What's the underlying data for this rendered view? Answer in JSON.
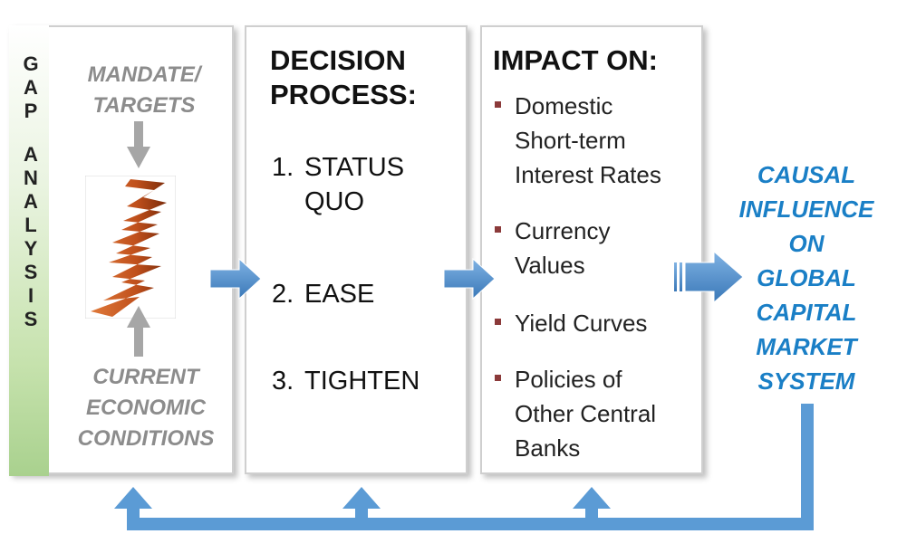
{
  "gap_analysis": {
    "letters": [
      "G",
      "A",
      "P",
      "",
      "A",
      "N",
      "A",
      "L",
      "Y",
      "S",
      "I",
      "S"
    ],
    "top_label": [
      "MANDATE/",
      "TARGETS"
    ],
    "bottom_label": [
      "CURRENT",
      "ECONOMIC",
      "CONDITIONS"
    ]
  },
  "decision": {
    "title": [
      "DECISION",
      "PROCESS:"
    ],
    "steps": [
      {
        "num": "1.",
        "text": [
          "STATUS",
          "QUO"
        ]
      },
      {
        "num": "2.",
        "text": [
          "EASE"
        ]
      },
      {
        "num": "3.",
        "text": [
          "TIGHTEN"
        ]
      }
    ]
  },
  "impact": {
    "title": "IMPACT ON:",
    "items": [
      [
        "Domestic",
        "Short-term",
        "Interest Rates"
      ],
      [
        "Currency",
        "Values"
      ],
      [
        "Yield Curves"
      ],
      [
        "Policies of",
        "Other Central",
        "Banks"
      ]
    ]
  },
  "outcome": {
    "lines": [
      "CAUSAL",
      "INFLUENCE",
      "ON",
      "GLOBAL",
      "CAPITAL",
      "MARKET",
      "SYSTEM"
    ]
  },
  "colors": {
    "arrow_blue": "#5b9bd5",
    "arrow_blue_dark": "#3a78b8",
    "causal_text": "#1a7fc6",
    "grey_label": "#8c8c8c",
    "gap_green": "#a9d18e",
    "bullet": "#8b3a3a",
    "zigzag": "#c0501c"
  },
  "icons": [
    "down-arrow-icon",
    "up-arrow-icon",
    "gap-zigzag-icon",
    "right-arrow-icon",
    "feedback-loop-arrow-icon"
  ]
}
